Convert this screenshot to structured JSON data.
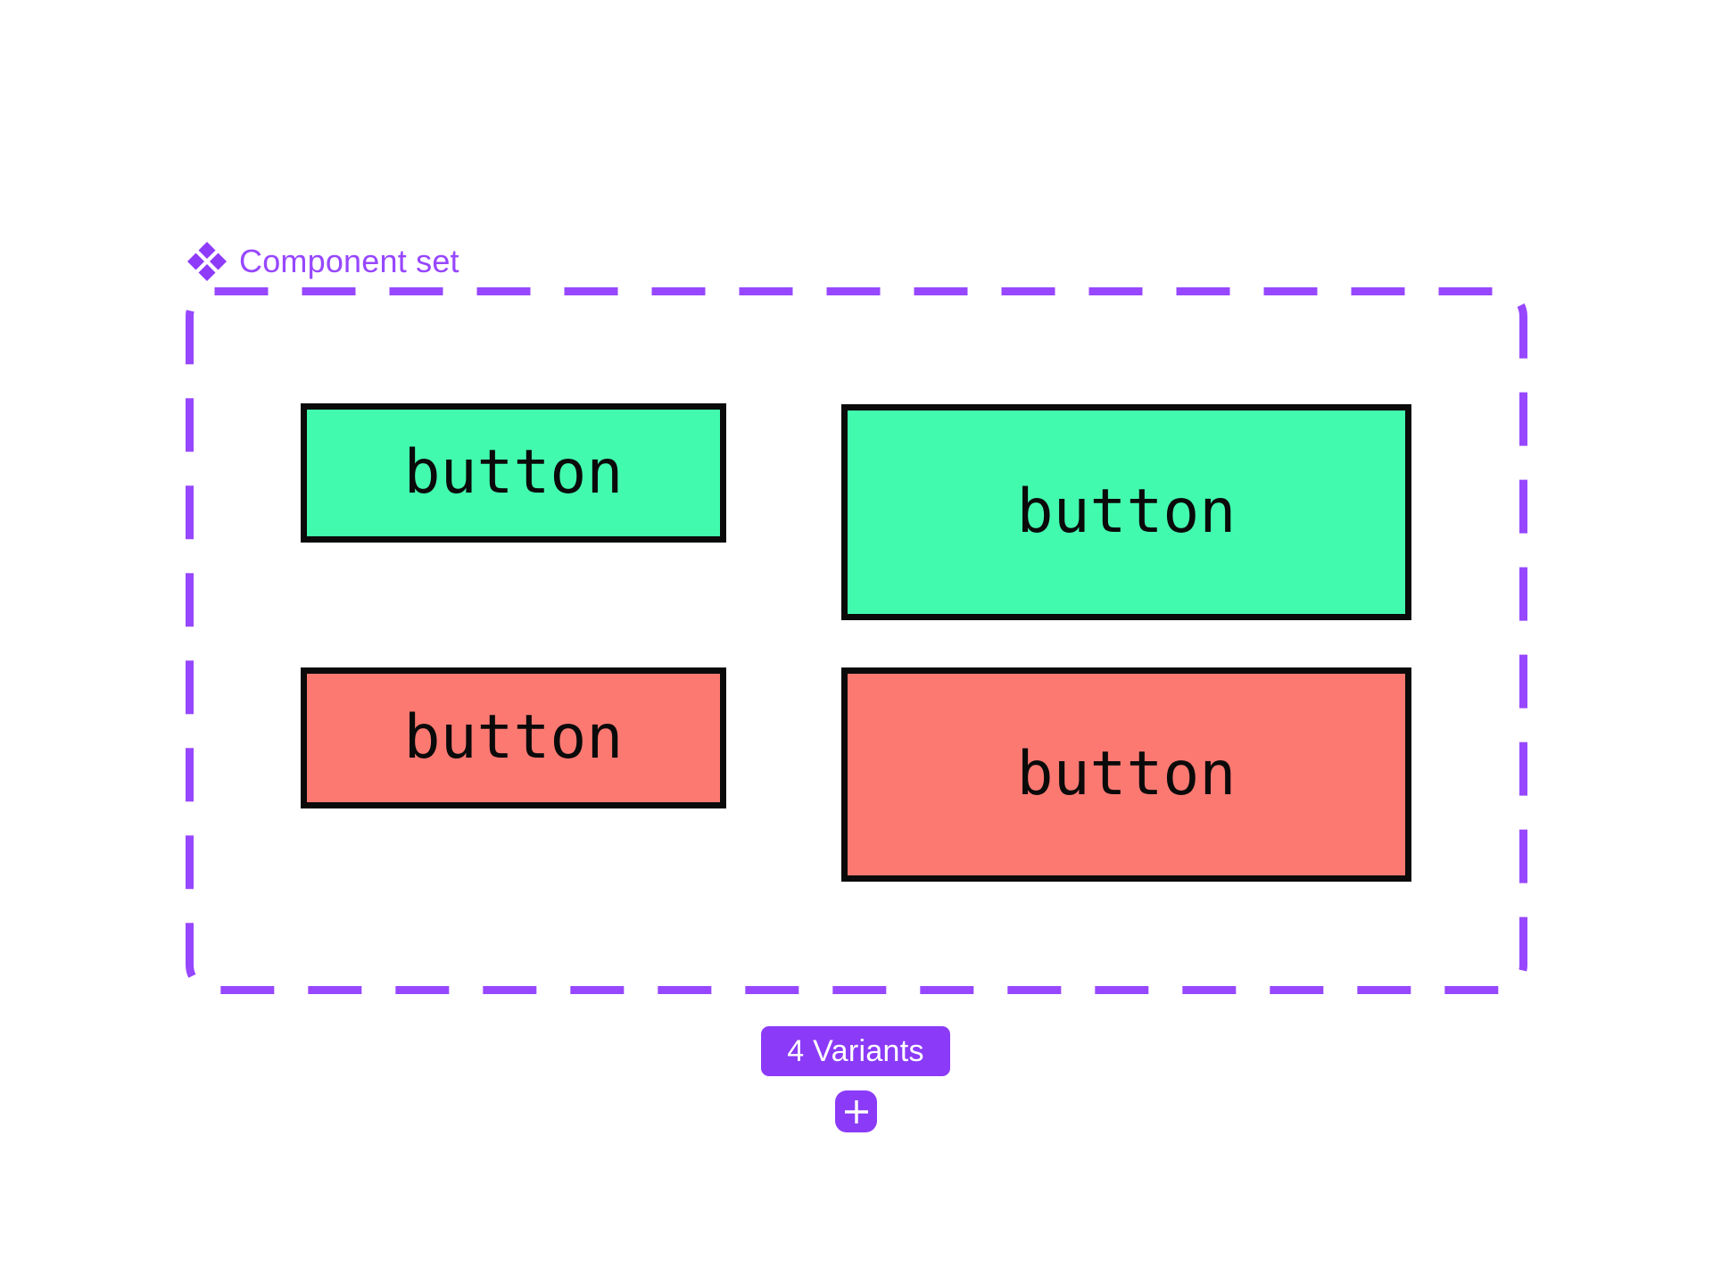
{
  "canvas": {
    "background": "#FFFFFF"
  },
  "component_set": {
    "label": "Component set",
    "icon": "component-set-icon",
    "outline_color": "#9747FF",
    "label_color": "#9747FF",
    "icon_color": "#8E3BFA"
  },
  "variants": {
    "count": 4,
    "button_border_color": "#0A0A0A",
    "button_text_color": "#0A0A0A",
    "items": [
      {
        "name": "variant-green-small",
        "label": "button",
        "fill": "#42FAAE",
        "size": "small"
      },
      {
        "name": "variant-green-large",
        "label": "button",
        "fill": "#42FAAE",
        "size": "large"
      },
      {
        "name": "variant-red-small",
        "label": "button",
        "fill": "#FC7972",
        "size": "small"
      },
      {
        "name": "variant-red-large",
        "label": "button",
        "fill": "#FC7972",
        "size": "large"
      }
    ]
  },
  "badge": {
    "label": "4 Variants",
    "background": "#8B3BF7",
    "text_color": "#FFFFFF"
  },
  "add_variant_button": {
    "icon": "plus-icon",
    "background": "#8B3BF7",
    "icon_color": "#FFFFFF"
  }
}
